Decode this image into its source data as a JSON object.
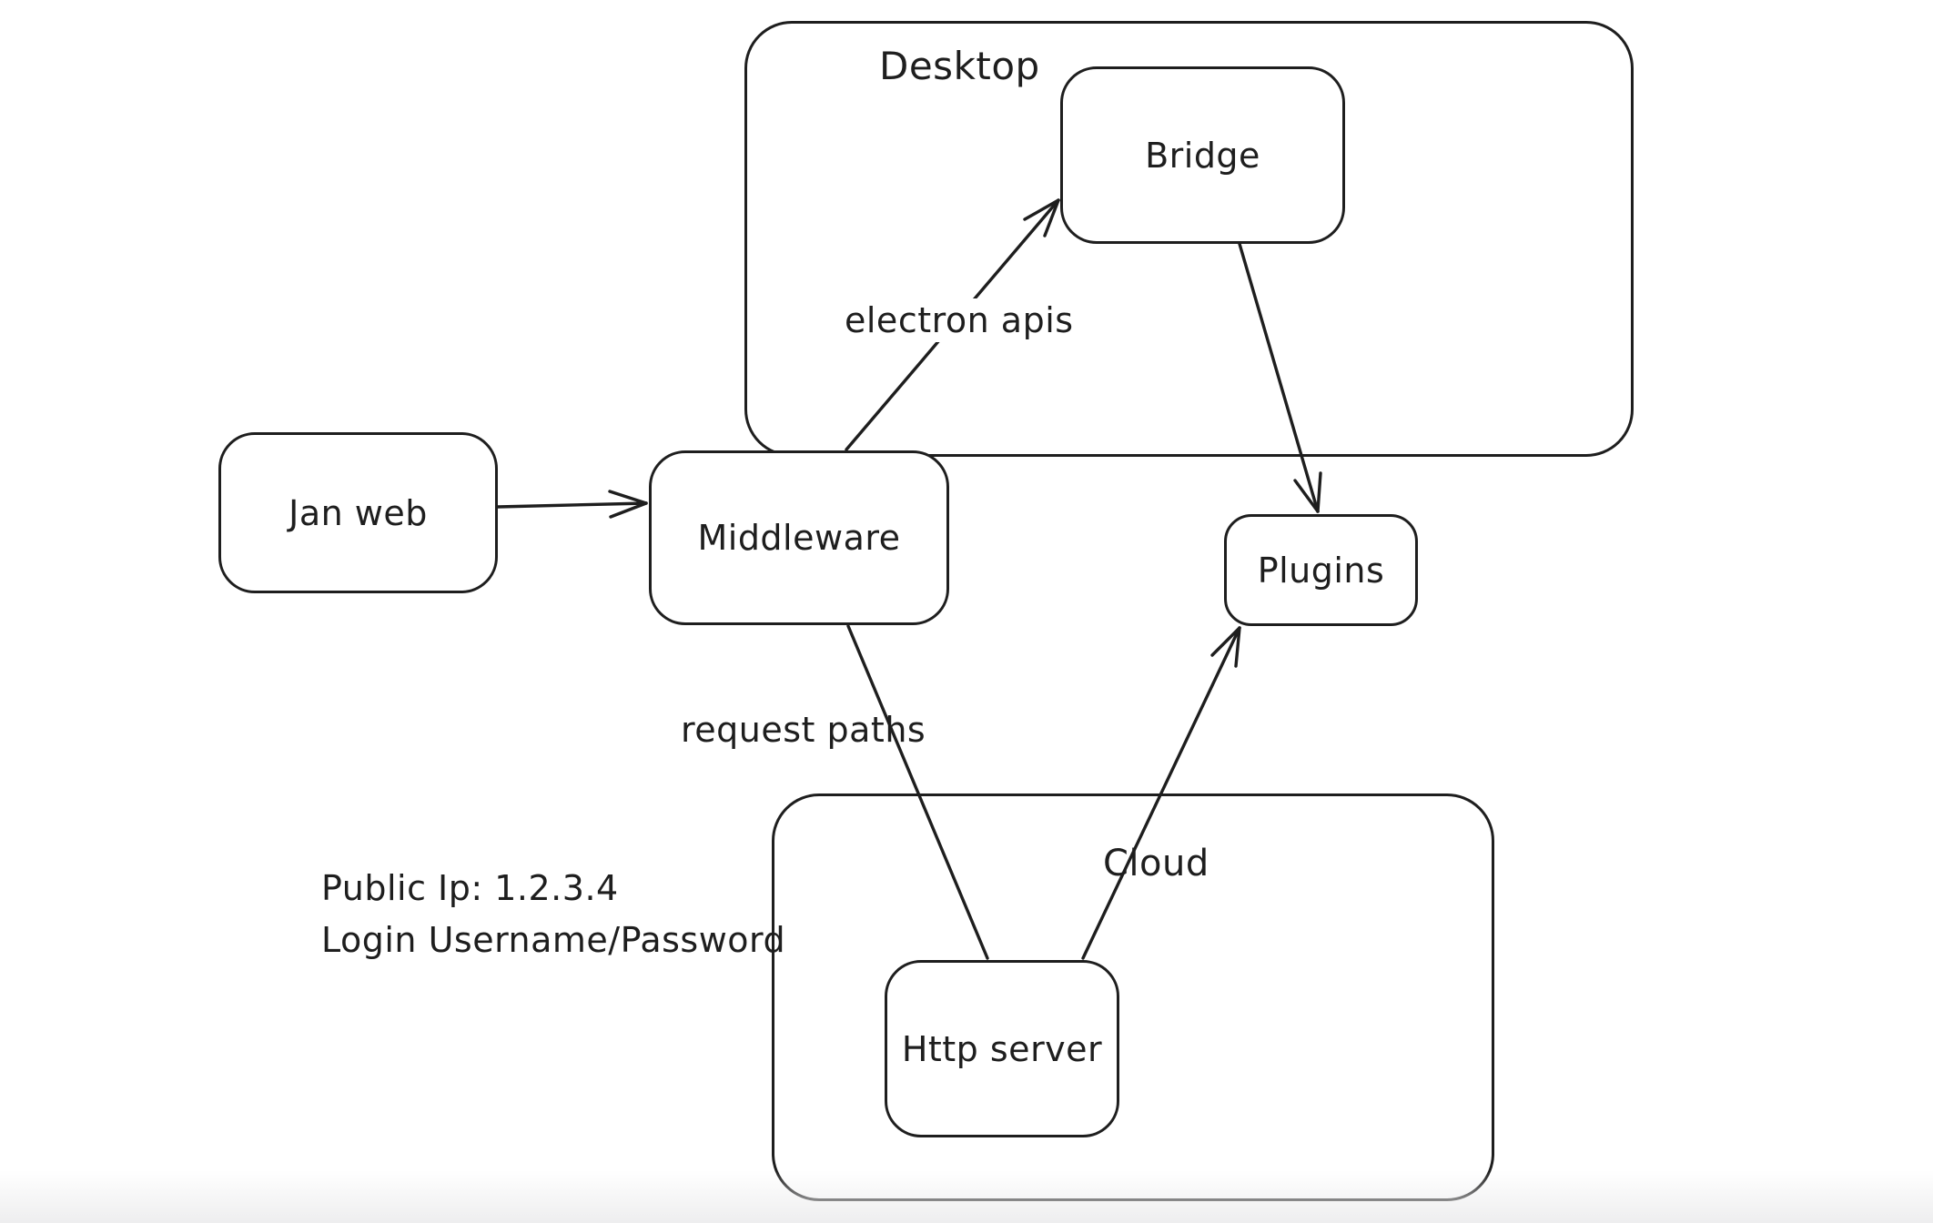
{
  "canvas": {
    "background": "#ffffff",
    "stroke_color": "#1e1e1e"
  },
  "containers": {
    "desktop": {
      "label": "Desktop"
    },
    "cloud": {
      "label": "Cloud"
    }
  },
  "nodes": {
    "jan_web": {
      "label": "Jan web"
    },
    "middleware": {
      "label": "Middleware"
    },
    "bridge": {
      "label": "Bridge"
    },
    "plugins": {
      "label": "Plugins"
    },
    "http_server": {
      "label": "Http server"
    }
  },
  "edges": {
    "jan_web_to_middleware": {
      "from": "Jan web",
      "to": "Middleware",
      "label": ""
    },
    "middleware_to_bridge": {
      "from": "Middleware",
      "to": "Bridge",
      "label": "electron apis"
    },
    "bridge_to_plugins": {
      "from": "Bridge",
      "to": "Plugins",
      "label": ""
    },
    "middleware_to_http_server": {
      "from": "Middleware",
      "to": "Http server",
      "label": "request paths"
    },
    "http_server_to_plugins": {
      "from": "Http server",
      "to": "Plugins",
      "label": ""
    }
  },
  "annotation": {
    "line1": "Public Ip: 1.2.3.4",
    "line2": "Login Username/Password"
  }
}
